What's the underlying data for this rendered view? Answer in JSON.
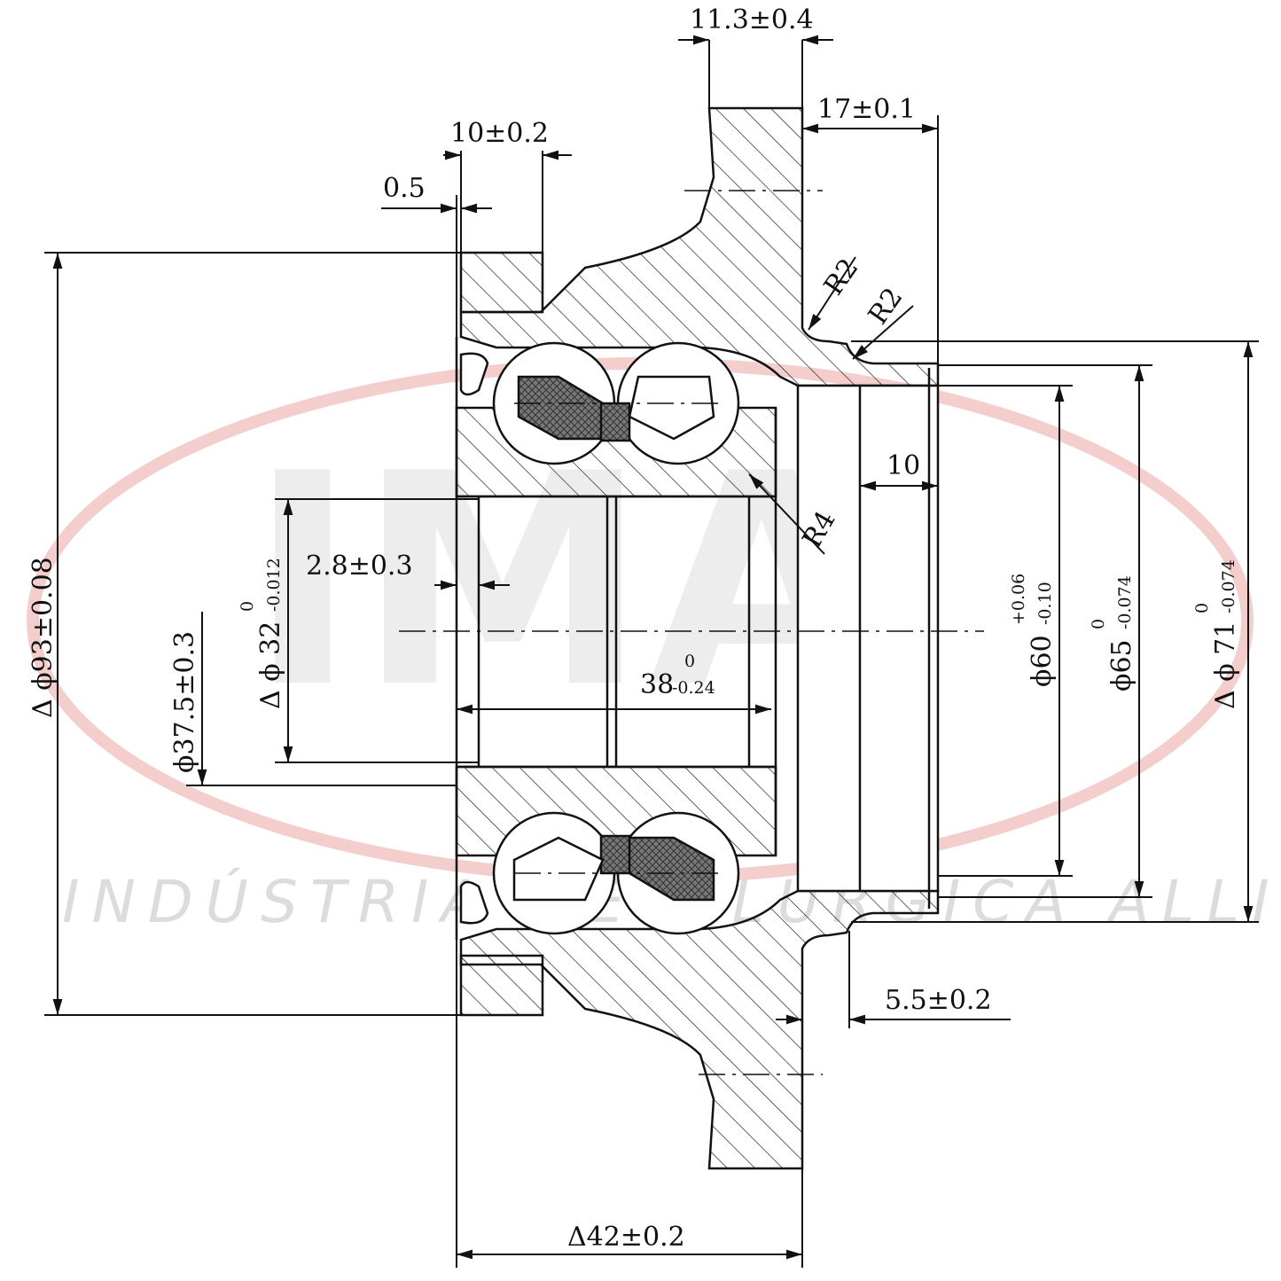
{
  "watermark": {
    "logo": "IMA",
    "text": "INDÚSTRIA METALÚRGICA ALLI",
    "ellipse_color": "#f0b8b8"
  },
  "dimensions": {
    "d_11_3": "11.3±0.4",
    "d_17": "17±0.1",
    "d_10_top": "10±0.2",
    "d_0_5": "0.5",
    "r2_a": "R2",
    "r2_b": "R2",
    "r4": "R4",
    "d_10_inner": "10",
    "d_2_8": "2.8±0.3",
    "d_38": "38",
    "d_38_upper": "0",
    "d_38_lower": "-0.24",
    "d_93": "Δ ϕ93±0.08",
    "d_37_5": "ϕ37.5±0.3",
    "d_32": "Δ ϕ 32",
    "d_32_upper": "0",
    "d_32_lower": "-0.012",
    "d_60": "ϕ60",
    "d_60_upper": "+0.06",
    "d_60_lower": "-0.10",
    "d_65": "ϕ65",
    "d_65_upper": "0",
    "d_65_lower": "-0.074",
    "d_71": "Δ ϕ 71",
    "d_71_upper": "0",
    "d_71_lower": "-0.074",
    "d_5_5": "5.5±0.2",
    "d_42": "Δ42±0.2"
  }
}
